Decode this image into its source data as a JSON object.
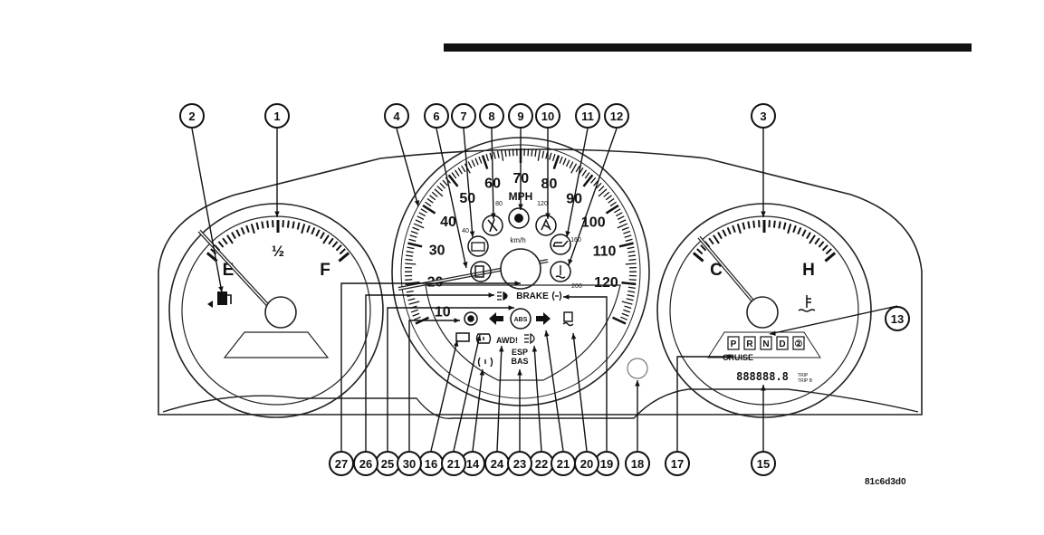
{
  "figure_code": "81c6d3d0",
  "callouts": [
    "1",
    "2",
    "3",
    "4",
    "6",
    "7",
    "8",
    "9",
    "10",
    "11",
    "12",
    "13",
    "14",
    "15",
    "16",
    "17",
    "18",
    "19",
    "20",
    "21",
    "21",
    "22",
    "23",
    "24",
    "25",
    "26",
    "27",
    "30"
  ],
  "fuel_gauge": {
    "empty_label": "E",
    "half_label": "½",
    "full_label": "F"
  },
  "temp_gauge": {
    "cold_label": "C",
    "hot_label": "H"
  },
  "speedometer": {
    "mph_labels": [
      "10",
      "20",
      "30",
      "40",
      "50",
      "60",
      "70",
      "80",
      "90",
      "100",
      "110",
      "120"
    ],
    "unit_mph": "MPH",
    "unit_kmh": "km/h",
    "kmh_labels": [
      "40",
      "80",
      "120",
      "160",
      "200"
    ]
  },
  "indicators": {
    "brake": "BRAKE",
    "awd": "AWD!",
    "esp": "ESP",
    "bas": "BAS",
    "cruise": "CRUISE"
  },
  "gear_selector": [
    "P",
    "R",
    "N",
    "D",
    "②"
  ],
  "odometer": {
    "digits": "888888.8",
    "trip": "TRIP",
    "trip_sub": "TRIP B"
  }
}
